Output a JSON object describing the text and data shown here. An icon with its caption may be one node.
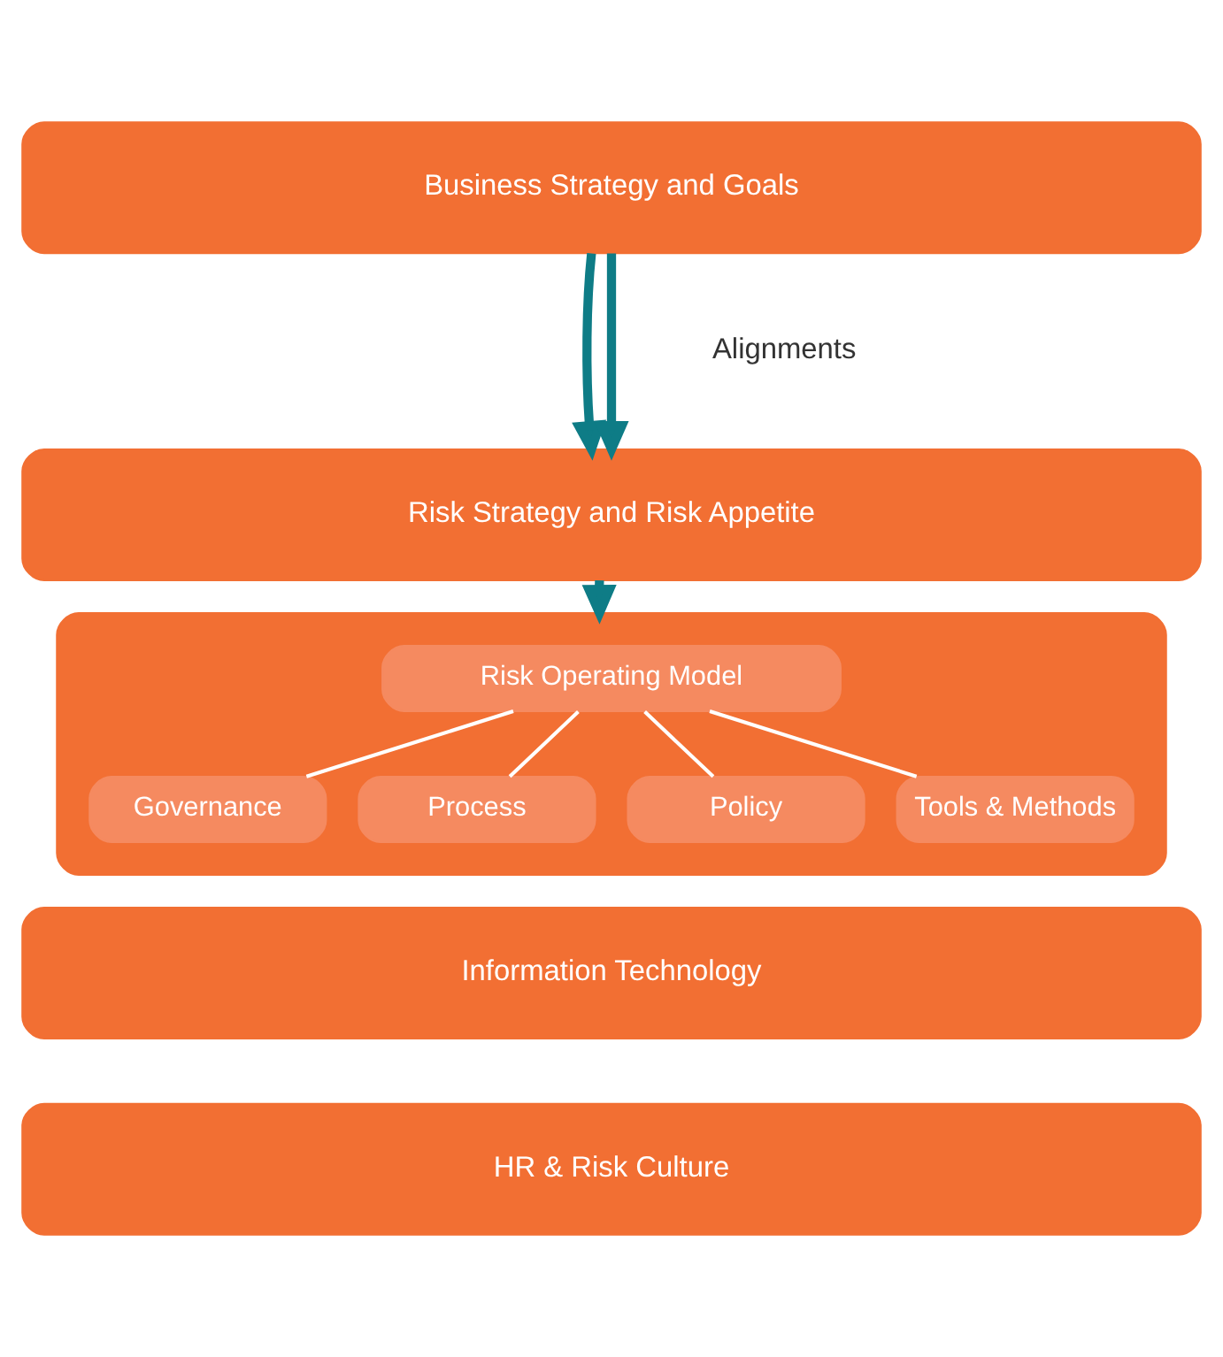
{
  "diagram": {
    "nodes": [
      {
        "text": [
          "Business Strategy and Goals"
        ]
      },
      {
        "text": [
          "Risk Strategy and Risk Appetite"
        ]
      },
      {
        "text": [],
        "shape": "box"
      },
      {
        "text": [
          "Risk Operating Model"
        ],
        "in": 2
      },
      {
        "text": [
          "Governance"
        ],
        "in": 2
      },
      {
        "text": [
          "Process"
        ],
        "in": 2
      },
      {
        "text": [
          "Policy"
        ],
        "in": 2
      },
      {
        "text": [
          "Tools & Methods"
        ],
        "in": 2
      },
      {
        "text": [
          "Information Technology"
        ]
      },
      {
        "text": [
          "HR & Risk Culture"
        ]
      }
    ],
    "edges": [
      {
        "from": 0,
        "to": 1,
        "arrow": "to",
        "style": "thick",
        "color": "#0e7c86"
      },
      {
        "from": 0,
        "to": 1,
        "arrow": "to",
        "style": "thick",
        "color": "#0e7c86"
      },
      {
        "from": 1,
        "to": 2,
        "arrow": "to",
        "style": "thick",
        "color": "#0e7c86"
      },
      {
        "from": 3,
        "to": 4,
        "arrow": "none"
      },
      {
        "from": 3,
        "to": 5,
        "arrow": "none"
      },
      {
        "from": 3,
        "to": 6,
        "arrow": "none"
      },
      {
        "from": 3,
        "to": 7,
        "arrow": "none"
      }
    ],
    "labels": [
      "Alignments"
    ]
  }
}
